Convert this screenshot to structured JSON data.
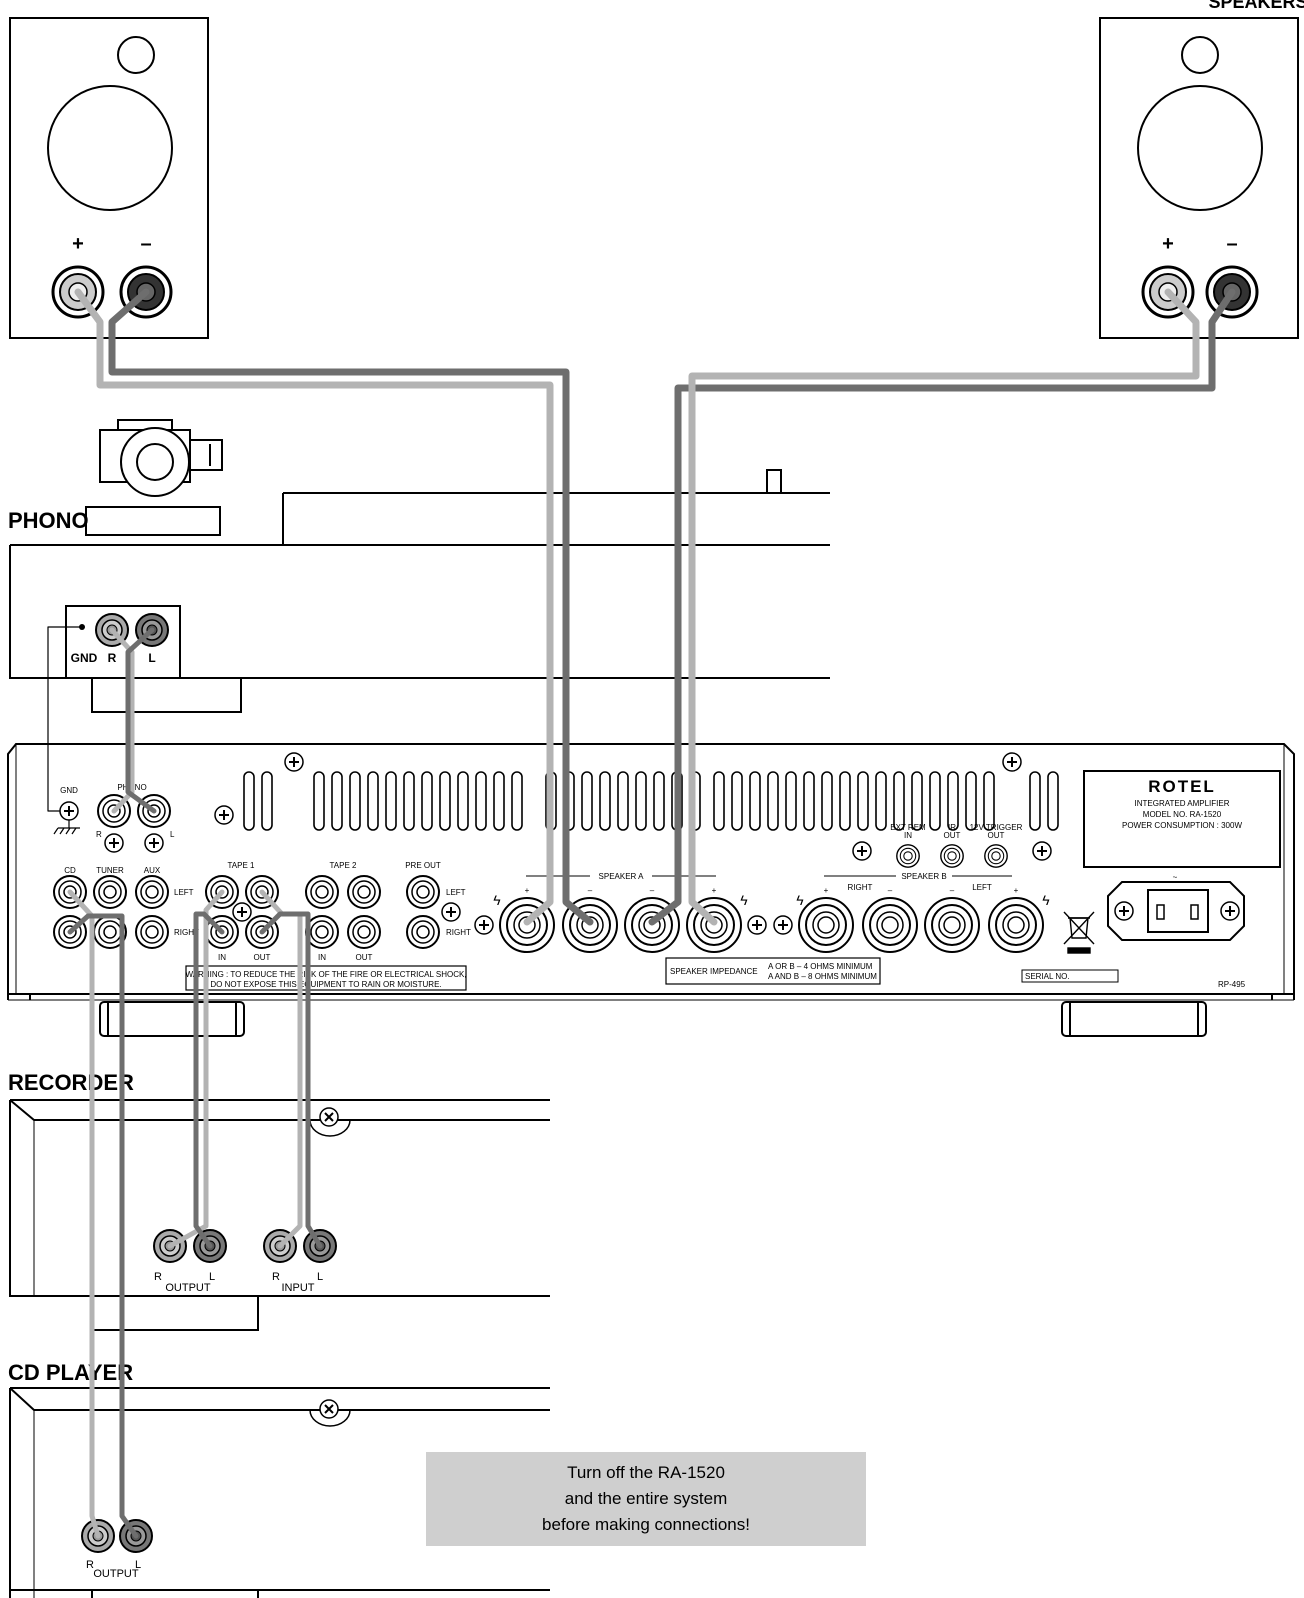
{
  "labels": {
    "speakers": "SPEAKERS",
    "phono": "PHONO",
    "recorder": "RECORDER",
    "cd_player": "CD PLAYER",
    "plus": "+",
    "minus": "–"
  },
  "turntable_jacks": {
    "gnd": "GND",
    "r": "R",
    "l": "L"
  },
  "amplifier": {
    "brand": "ROTEL",
    "product": "INTEGRATED AMPLIFIER",
    "model": "MODEL NO. RA-1520",
    "power": "POWER CONSUMPTION : 300W",
    "gnd": "GND",
    "phono": "PHONO",
    "r": "R",
    "l": "L",
    "cd": "CD",
    "tuner": "TUNER",
    "aux": "AUX",
    "left": "LEFT",
    "right": "RIGHT",
    "tape1": "TAPE 1",
    "tape2": "TAPE 2",
    "pre_out": "PRE OUT",
    "in": "IN",
    "out": "OUT",
    "warning_line1": "WARNING : TO REDUCE THE RISK OF THE FIRE OR ELECTRICAL SHOCK,",
    "warning_line2": "DO NOT EXPOSE THIS EQUIPMENT TO RAIN OR MOISTURE.",
    "speaker_a": "SPEAKER A",
    "speaker_b": "SPEAKER B",
    "impedance_label": "SPEAKER IMPEDANCE",
    "impedance_line1": "A OR B – 4 OHMS MINIMUM",
    "impedance_line2": "A AND B – 8 OHMS MINIMUM",
    "ext_rem": "EXT REM",
    "ir": "IR",
    "trigger": "12V TRIGGER",
    "serial": "SERIAL NO.",
    "part": "RP-495",
    "ac_symbol": "~"
  },
  "recorder_jacks": {
    "r": "R",
    "l": "L",
    "output": "OUTPUT",
    "input": "INPUT"
  },
  "cd_jacks": {
    "r": "R",
    "l": "L",
    "output": "OUTPUT"
  },
  "notice": {
    "line1": "Turn off the RA-1520",
    "line2": "and the entire system",
    "line3": "before making connections!"
  },
  "colors": {
    "light_cable": "#b3b3b3",
    "dark_cable": "#6e6e6e",
    "notice_bg": "#cfcfcf"
  }
}
